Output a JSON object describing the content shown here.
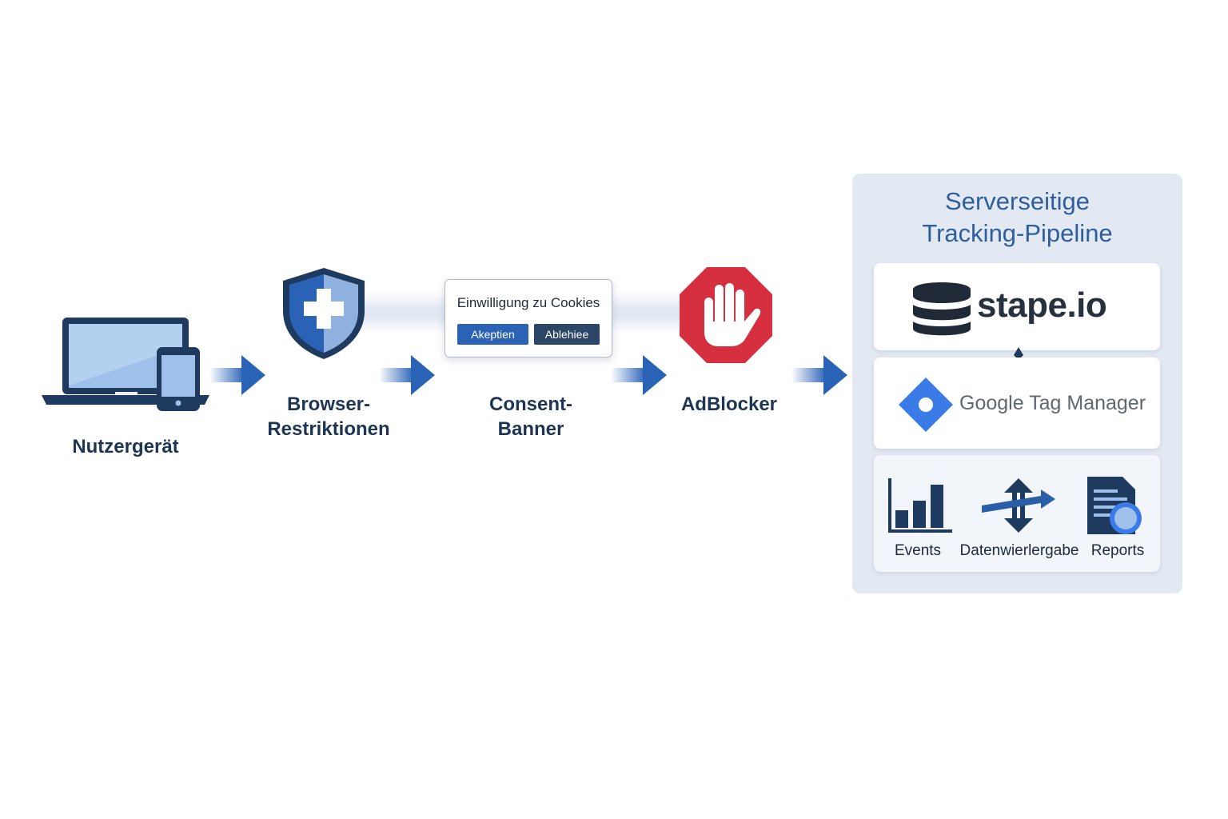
{
  "steps": [
    {
      "id": "device",
      "label": "Nutzergerät"
    },
    {
      "id": "browser",
      "label": "Browser-\nRestriktionen"
    },
    {
      "id": "consent",
      "label": "Consent-\nBanner"
    },
    {
      "id": "adblocker",
      "label": "AdBlocker"
    }
  ],
  "consent_banner": {
    "title": "Einwilligung zu Cookies",
    "accept": "Akeptien",
    "reject": "Ablehiee"
  },
  "pipeline": {
    "title": "Serverseitige\nTracking-Pipeline",
    "stape": "stape.io",
    "gtm": "Google Tag Manager",
    "tools": [
      "Events",
      "Datenwierlergabe",
      "Reports"
    ]
  },
  "colors": {
    "primary": "#2a63b6",
    "dark": "#1d3553",
    "stop_red": "#d63040",
    "panel_bg": "#e3e9f3",
    "gtm_blue": "#3a7be8"
  }
}
